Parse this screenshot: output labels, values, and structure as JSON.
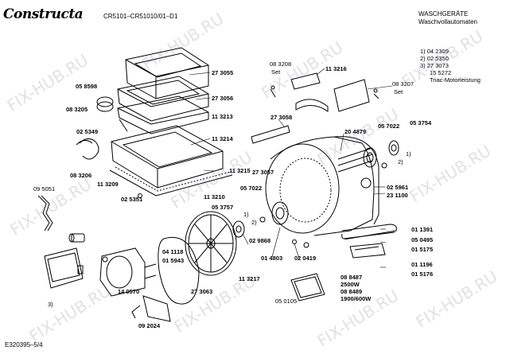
{
  "header": {
    "brand": "Constructa",
    "model_codes": "CR5101–CR51010/01–D1",
    "category": "WASCHGERÄTE",
    "subcategory": "Waschvollautomaten"
  },
  "notes": [
    "1) 04 2309",
    "2) 02 5350",
    "3) 27 3073",
    "15 5272",
    "Triac-Motorleistung"
  ],
  "labels": {
    "p273055": "27 3055",
    "p058598": "05 8598",
    "p273056": "27 3056",
    "p083205": "08 3205",
    "p113213": "11 3213",
    "p025349": "02 5349",
    "p113214": "11 3214",
    "p113215": "11 3215",
    "p083206": "08 3206",
    "p113209": "11 3209",
    "p113210": "11 3210",
    "p095051": "09 5051",
    "p025351": "02 5351",
    "p083208": "08 3208",
    "set1": "Set",
    "p113216": "11 3216",
    "p083207": "08 3207",
    "set2": "Set",
    "p273058": "27 3058",
    "p204879": "20 4879",
    "p057022a": "05 7022",
    "p053754": "05 3754",
    "fn1a": "1)",
    "fn2a": "2)",
    "p273057": "27 3057",
    "p057022b": "05 7022",
    "p025961": "02 5961",
    "p231100": "23 1100",
    "p053757": "05 3757",
    "fn1b": "1)",
    "fn2b": "2)",
    "p029868": "02 9868",
    "p014803": "01 4803",
    "p020419": "02 0419",
    "p041118": "04 1118",
    "p015943": "01 5943",
    "p113217": "11 3217",
    "p140570": "14 0570",
    "p273063": "27 3063",
    "p092024": "09 2024",
    "fn3": "3)",
    "p011391": "01 1391",
    "p050495": "05 0495",
    "p015175": "01 5175",
    "p011196": "01 1196",
    "p015176": "01 5176",
    "p088487": "08 8487",
    "w2500": "2500W",
    "p088489": "08 8489",
    "w1900": "1900/600W",
    "p050105": "05 0105"
  },
  "footer": {
    "drawing_id": "E320395–5/4"
  },
  "watermark": "FIX-HUB.RU",
  "colors": {
    "line": "#000000",
    "watermark": "#8a8aa0"
  }
}
